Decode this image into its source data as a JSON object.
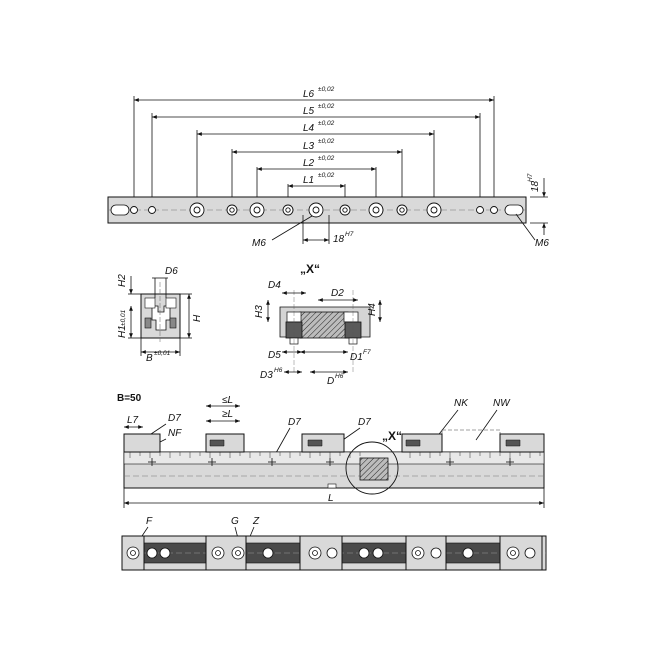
{
  "top_view": {
    "dims": [
      {
        "id": "l6",
        "label": "L6",
        "tol": "±0,02"
      },
      {
        "id": "l5",
        "label": "L5",
        "tol": "±0,02"
      },
      {
        "id": "l4",
        "label": "L4",
        "tol": "±0,02"
      },
      {
        "id": "l3",
        "label": "L3",
        "tol": "±0,02"
      },
      {
        "id": "l2",
        "label": "L2",
        "tol": "±0,02"
      },
      {
        "id": "l1",
        "label": "L1",
        "tol": "±0,02"
      }
    ],
    "side_dim": {
      "label": "18",
      "tol": "H7"
    },
    "bottom_dim": {
      "label": "18",
      "tol": "H7"
    },
    "m6_left": "M6",
    "m6_right": "M6"
  },
  "section_view": {
    "d6": "D6",
    "h2": "H2",
    "h": "H",
    "h1": "H1",
    "h1_tol": "±0,01",
    "b": "B",
    "b_tol": "±0,01"
  },
  "detail_x": {
    "title": "„X“",
    "d4": "D4",
    "d2": "D2",
    "h3": "H3",
    "h4": "H4",
    "d5": "D5",
    "d1": "D1",
    "d1_tol": "F7",
    "d3": "D3",
    "d3_tol": "H6",
    "d": "D",
    "d_tol": "H6"
  },
  "side_view": {
    "b50": "B=50",
    "l7": "L7",
    "d7_left": "D7",
    "nf": "NF",
    "le": "≤L",
    "ge": "≥L",
    "d7_mid": "D7",
    "d7_right": "D7",
    "x_marker": "„X“",
    "nk": "NK",
    "nw": "NW",
    "l": "L"
  },
  "bottom_view": {
    "f": "F",
    "g": "G",
    "z": "Z"
  }
}
